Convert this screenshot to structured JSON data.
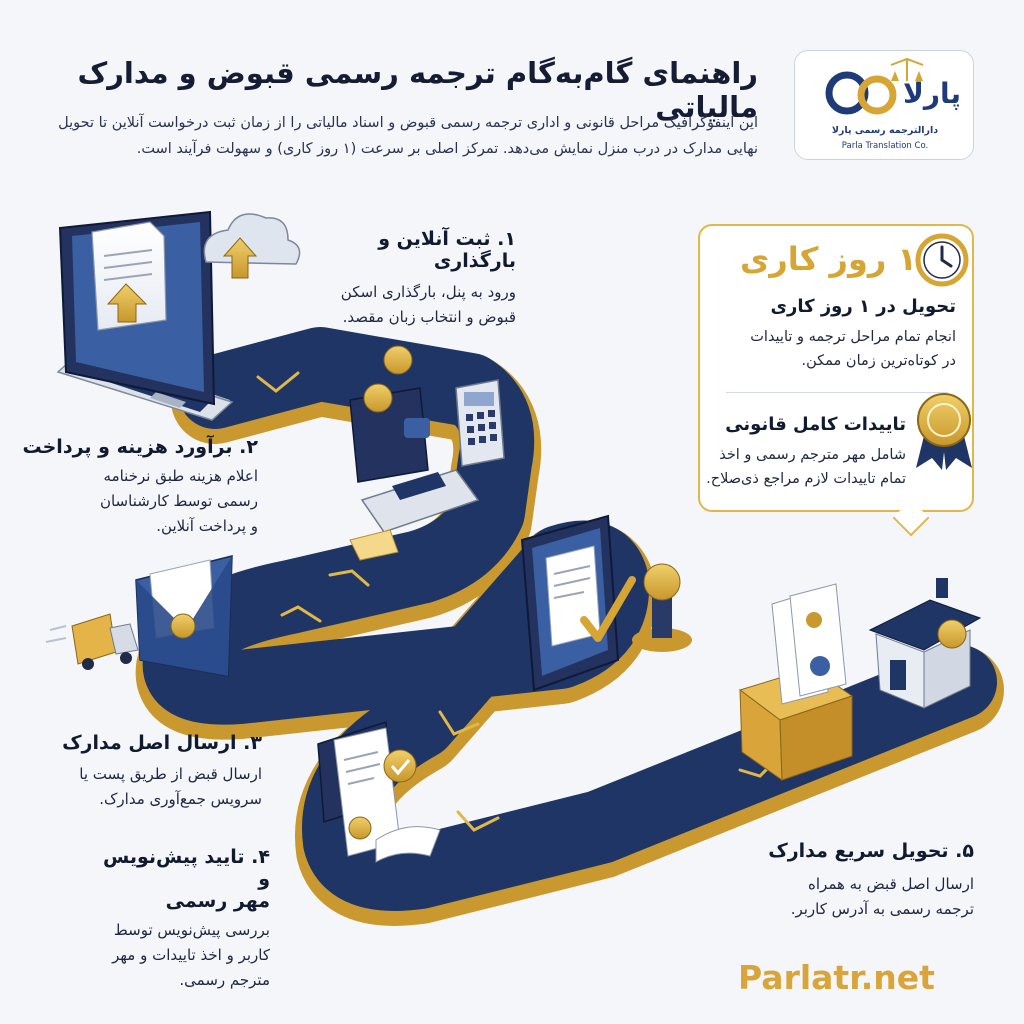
{
  "header": {
    "title": "راهنمای گام‌به‌گام ترجمه رسمی قبوض و مدارک مالیاتی",
    "intro": "این اینفوگرافیک مراحل قانونی و اداری ترجمه رسمی قبوض و اسناد مالیاتی را از زمان ثبت درخواست آنلاین تا تحویل نهایی مدارک در درب منزل نمایش می‌دهد. تمرکز اصلی بر سرعت (۱ روز کاری) و سهولت فرآیند است."
  },
  "logo": {
    "brand": "پارلا",
    "tagline": "دارالترجمه رسمی پارلا",
    "english": "Parla Translation Co."
  },
  "steps": [
    {
      "title": "۱. ثبت آنلاین و بارگذاری",
      "desc": [
        "ورود به پنل، بارگذاری اسکن",
        "قبوض و انتخاب زبان مقصد."
      ]
    },
    {
      "title": "۲. برآورد هزینه و پرداخت",
      "desc": [
        "اعلام هزینه طبق نرخنامه",
        "رسمی توسط کارشناسان",
        "و پرداخت آنلاین."
      ]
    },
    {
      "title": "۳. ارسال اصل مدارک",
      "desc": [
        "ارسال قبض از طریق پست یا",
        "سرویس جمع‌آوری مدارک."
      ]
    },
    {
      "title": [
        "۴. تایید پیش‌نویس و",
        "مهر رسمی"
      ],
      "desc": [
        "بررسی پیش‌نویس توسط",
        "کاربر و اخذ تاییدات و مهر",
        "مترجم رسمی."
      ]
    },
    {
      "title": "۵. تحویل سریع مدارک",
      "desc": [
        "ارسال اصل قبض به همراه",
        "ترجمه رسمی به آدرس کاربر."
      ]
    }
  ],
  "callout": {
    "big_label": "۱ روز کاری",
    "items": [
      {
        "title": "تحویل در ۱ روز کاری",
        "desc": [
          "انجام تمام مراحل ترجمه و تاییدات",
          "در کوتاه‌ترین زمان ممکن."
        ]
      },
      {
        "title": "تاییدات کامل قانونی",
        "desc": [
          "شامل مهر مترجم رسمی و اخذ",
          "تمام تاییدات لازم مراجع ذی‌صلاح."
        ]
      }
    ]
  },
  "footer": {
    "website": "Parlatr.net"
  },
  "colors": {
    "navy": "#1f3566",
    "gold": "#e0b84a",
    "background": "#f4f6fa"
  }
}
